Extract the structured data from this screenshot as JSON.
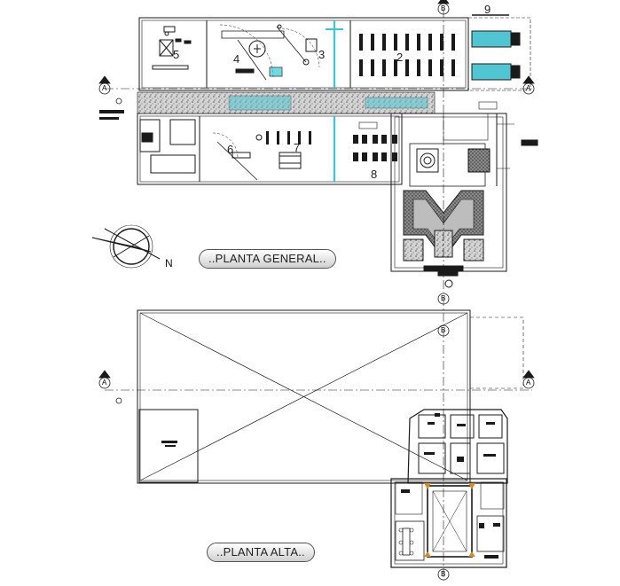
{
  "labels": {
    "general": "..PLANTA GENERAL..",
    "alta": "..PLANTA ALTA..",
    "north": "N"
  },
  "rooms": [
    "2",
    "3",
    "4",
    "5",
    "6",
    "7",
    "8",
    "9"
  ],
  "axes": {
    "a": "A",
    "b": "B"
  },
  "colors": {
    "line": "#1a1a1a",
    "cyan": "#33c9d9",
    "tint": "#8fb8c4",
    "gray": "#9a9a9a"
  }
}
